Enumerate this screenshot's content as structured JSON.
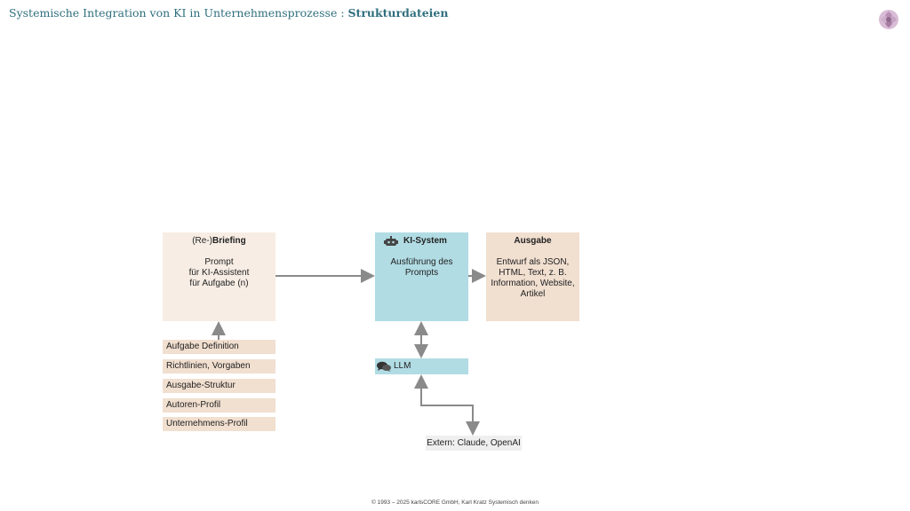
{
  "header": {
    "title": "Systemische Integration von KI in Unternehmensprozesse : ",
    "subtitle": "Strukturdateien"
  },
  "diagram": {
    "briefing": {
      "head_prefix": "(Re-)",
      "head_main": "Briefing",
      "lines": [
        "Prompt",
        "für KI-Assistent",
        "für Aufgabe (n)"
      ]
    },
    "ki_system": {
      "head": "KI-System",
      "lines": [
        "Ausführung des",
        "Prompts"
      ],
      "icon": "robot-icon"
    },
    "ausgabe": {
      "head": "Ausgabe",
      "lines": [
        "Entwurf als JSON,",
        "HTML, Text, z. B.",
        "Information, Website,",
        "Artikel"
      ]
    },
    "inputs": [
      "Aufgabe Definition",
      "Richtlinien, Vorgaben",
      "Ausgabe-Struktur",
      "Autoren-Profil",
      "Unternehmens-Profil"
    ],
    "llm": {
      "label": "LLM",
      "icon": "chat-bubbles-icon"
    },
    "extern": {
      "label": "Extern: Claude, OpenAI"
    }
  },
  "footer": {
    "text": "© 1993 – 2025 karlsCORE GmbH, Karl Kratz Systemisch denken"
  },
  "colors": {
    "title": "#2f6f7d",
    "briefing_bg": "#f7ede4",
    "ki_bg": "#b1dce4",
    "ausgabe_bg": "#f1dfd0",
    "arrow": "#8a8a8a"
  }
}
